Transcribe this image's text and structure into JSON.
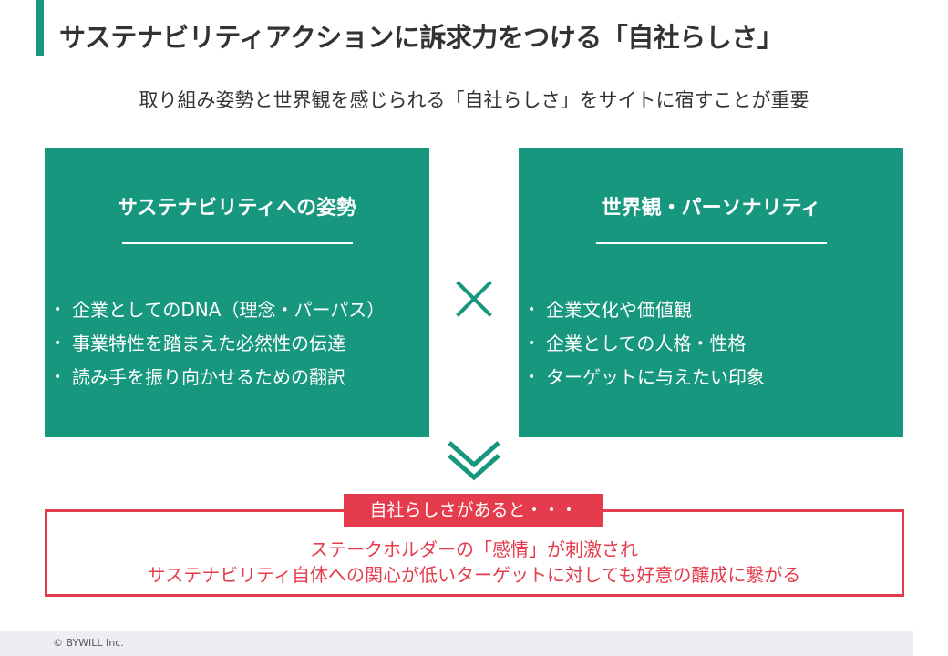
{
  "header": {
    "title": "サステナビリティアクションに訴求力をつける「自社らしさ」",
    "subtitle": "取り組み姿勢と世界観を感じられる「自社らしさ」をサイトに宿すことが重要"
  },
  "cards": [
    {
      "heading": "サステナビリティへの姿勢",
      "items": [
        "企業としてのDNA（理念・パーパス）",
        "事業特性を踏まえた必然性の伝達",
        "読み手を振り向かせるための翻訳"
      ]
    },
    {
      "heading": "世界観・パーソナリティ",
      "items": [
        "企業文化や価値観",
        "企業としての人格・性格",
        "ターゲットに与えたい印象"
      ]
    }
  ],
  "result": {
    "tag": "自社らしさがあると・・・",
    "lines": [
      "ステークホルダーの「感情」が刺激され",
      "サステナビリティ自体への関心が低いターゲットに対しても好意の醸成に繋がる"
    ]
  },
  "footer": {
    "copyright": "© BYWILL Inc."
  },
  "colors": {
    "accent_green": "#17977d",
    "accent_red": "#e43c4c",
    "text": "#333333",
    "footer_band": "#eeeef2"
  },
  "icons": {
    "between_cards": "times-icon",
    "below_cards": "double-chevron-down-icon"
  }
}
